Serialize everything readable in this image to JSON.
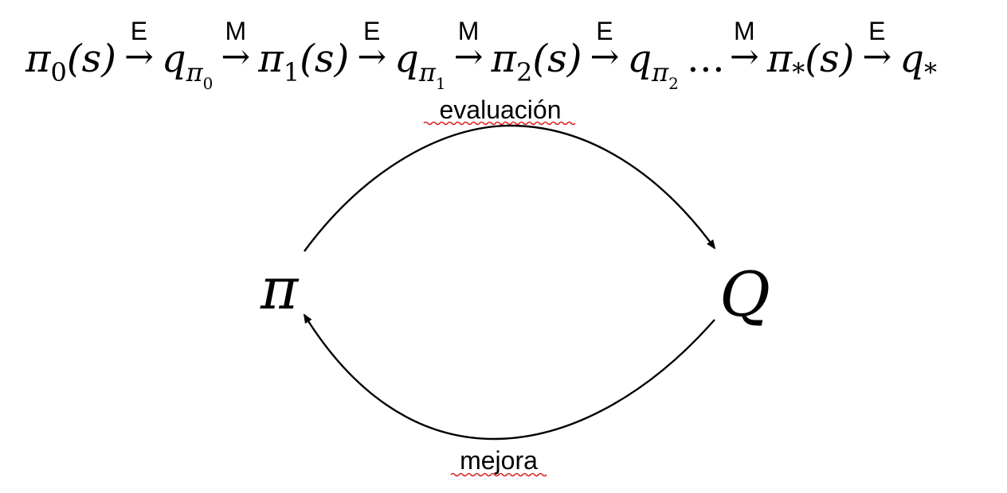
{
  "sequence": [
    {
      "kind": "term",
      "base": "π",
      "sub": "0",
      "arg": "(s)"
    },
    {
      "kind": "step",
      "letter": "E"
    },
    {
      "kind": "term",
      "base": "q",
      "sub": "π",
      "subsub": "0"
    },
    {
      "kind": "step",
      "letter": "M"
    },
    {
      "kind": "term",
      "base": "π",
      "sub": "1",
      "arg": "(s)"
    },
    {
      "kind": "step",
      "letter": "E"
    },
    {
      "kind": "term",
      "base": "q",
      "sub": "π",
      "subsub": "1"
    },
    {
      "kind": "step",
      "letter": "M"
    },
    {
      "kind": "term",
      "base": "π",
      "sub": "2",
      "arg": "(s)"
    },
    {
      "kind": "step",
      "letter": "E"
    },
    {
      "kind": "term",
      "base": "q",
      "sub": "π",
      "subsub": "2"
    },
    {
      "kind": "dots",
      "text": "…"
    },
    {
      "kind": "step",
      "letter": "M"
    },
    {
      "kind": "term",
      "base": "π",
      "sub": "*",
      "arg": "(s)"
    },
    {
      "kind": "step",
      "letter": "E"
    },
    {
      "kind": "term",
      "base": "q",
      "sub": "*"
    }
  ],
  "arrow_glyph": "→",
  "nodes": {
    "policy": "π",
    "value": "Q"
  },
  "edges": {
    "top_label": "evaluación",
    "bottom_label": "mejora"
  },
  "colors": {
    "stroke": "#000000",
    "spellcheck": "#d62020"
  }
}
